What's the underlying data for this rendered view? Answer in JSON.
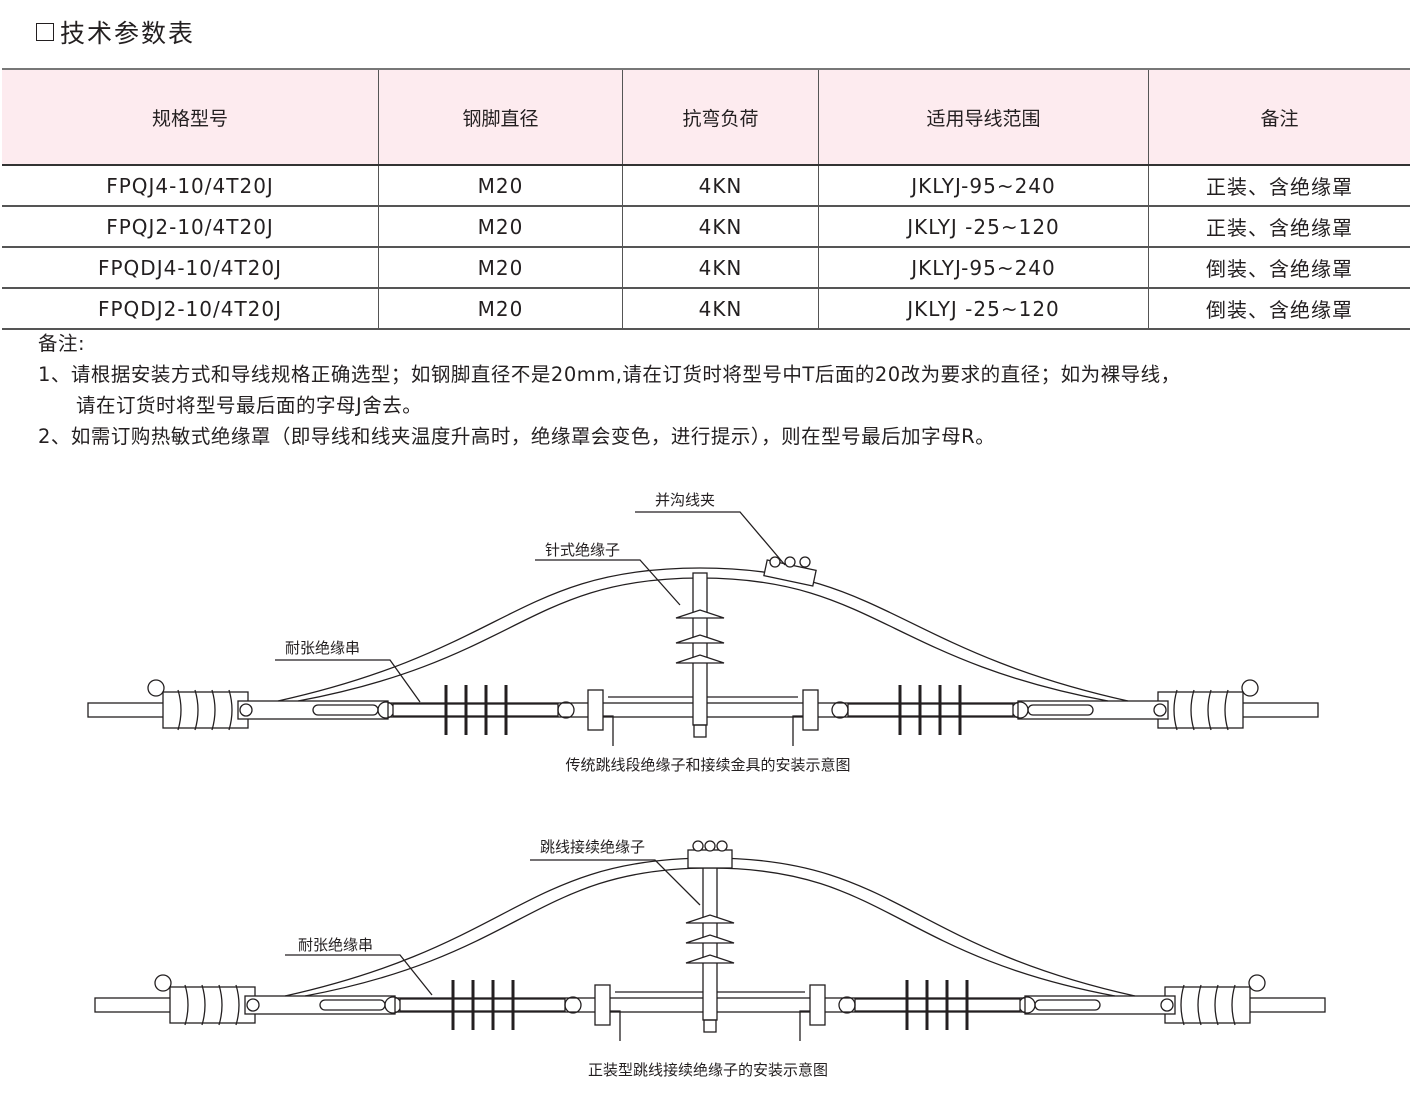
{
  "page_title": "技术参数表",
  "table": {
    "headers": [
      "规格型号",
      "钢脚直径",
      "抗弯负荷",
      "适用导线范围",
      "备注"
    ],
    "rows": [
      [
        "FPQJ4-10/4T20J",
        "M20",
        "4KN",
        "JKLYJ-95~240",
        "正装、含绝缘罩"
      ],
      [
        "FPQJ2-10/4T20J",
        "M20",
        "4KN",
        "JKLYJ -25~120",
        "正装、含绝缘罩"
      ],
      [
        "FPQDJ4-10/4T20J",
        "M20",
        "4KN",
        "JKLYJ-95~240",
        "倒装、含绝缘罩"
      ],
      [
        "FPQDJ2-10/4T20J",
        "M20",
        "4KN",
        "JKLYJ -25~120",
        "倒装、含绝缘罩"
      ]
    ]
  },
  "notes": {
    "heading": "备注:",
    "items": [
      "1、请根据安装方式和导线规格正确选型；如钢脚直径不是20mm,请在订货时将型号中T后面的20改为要求的直径；如为裸导线，",
      "请在订货时将型号最后面的字母J舍去。",
      "2、如需订购热敏式绝缘罩（即导线和线夹温度升高时，绝缘罩会变色，进行提示），则在型号最后加字母R。"
    ]
  },
  "diagram1": {
    "labels": {
      "clamp": "并沟线夹",
      "pin_insulator": "针式绝缘子",
      "strain_string": "耐张绝缘串"
    },
    "caption": "传统跳线段绝缘子和接续金具的安装示意图"
  },
  "diagram2": {
    "labels": {
      "jumper_insulator": "跳线接续绝缘子",
      "strain_string": "耐张绝缘串"
    },
    "caption": "正装型跳线接续绝缘子的安装示意图"
  }
}
